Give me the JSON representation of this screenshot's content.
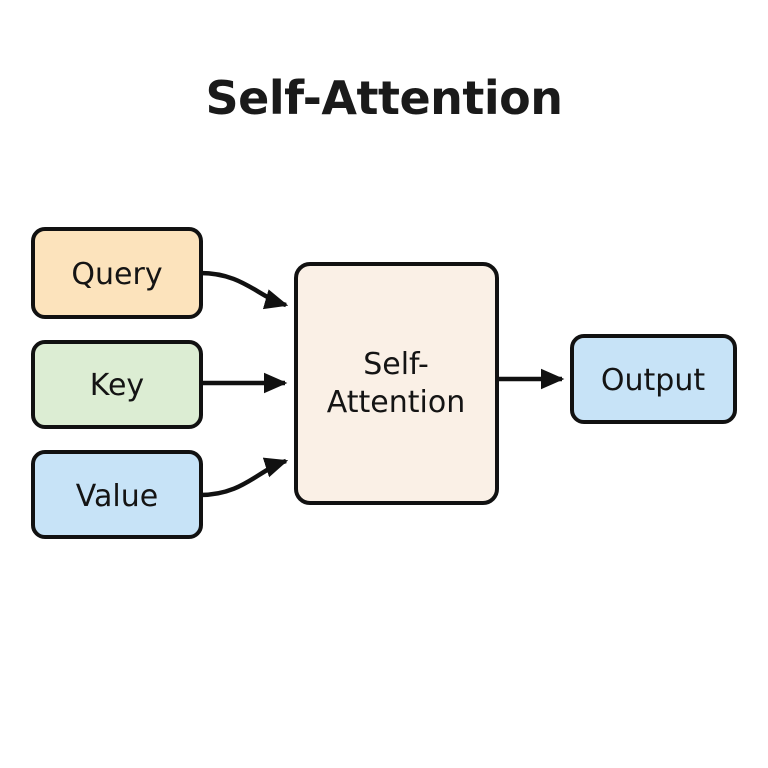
{
  "title": "Self-Attention",
  "colors": {
    "background": "#ffffff",
    "stroke": "#111111",
    "text": "#141414",
    "title_text": "#1a1a1a",
    "query_fill": "#FCE3BC",
    "key_fill": "#DCEDD3",
    "value_fill": "#C7E3F7",
    "center_fill": "#FAF0E6",
    "output_fill": "#C7E3F7"
  },
  "nodes": {
    "query": {
      "label": "Query"
    },
    "key": {
      "label": "Key"
    },
    "value": {
      "label": "Value"
    },
    "center": {
      "label_line1": "Self-",
      "label_line2": "Attention"
    },
    "output": {
      "label": "Output"
    }
  },
  "edges": [
    {
      "name": "query-to-attention",
      "from": "Query",
      "to": "Self-Attention",
      "style": "curved"
    },
    {
      "name": "key-to-attention",
      "from": "Key",
      "to": "Self-Attention",
      "style": "straight"
    },
    {
      "name": "value-to-attention",
      "from": "Value",
      "to": "Self-Attention",
      "style": "curved"
    },
    {
      "name": "attention-to-output",
      "from": "Self-Attention",
      "to": "Output",
      "style": "straight"
    }
  ]
}
